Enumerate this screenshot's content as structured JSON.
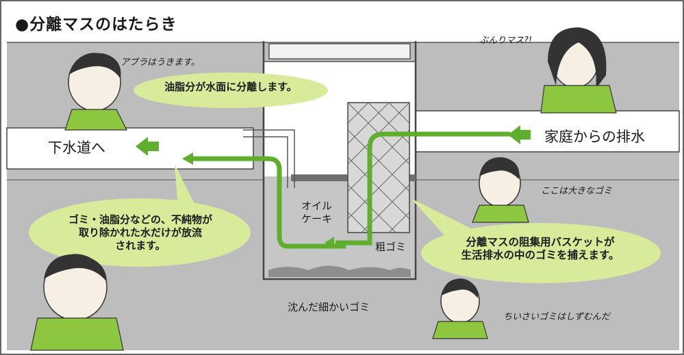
{
  "title": "●分離マスのはたらき",
  "labels": {
    "outflow": "下水道へ",
    "inflow": "家庭からの排水",
    "oil_cake": [
      "オイル",
      "ケーキ"
    ],
    "coarse_debris": "粗ゴミ",
    "sediment": "沈んだ細かいゴミ"
  },
  "bubbles": {
    "oil": "油脂分が水面に分離します。",
    "outflow": [
      "ゴミ・油脂分などの、不純物が",
      "取り除かれた水だけが放流",
      "されます。"
    ],
    "basket": [
      "分離マスの阻集用バスケットが",
      "生活排水の中のゴミを捕えます。"
    ]
  },
  "speech": {
    "oil_floats": "アブラはうきます。",
    "pun": "ぶんりマス?!",
    "large_debris": "ここは大きなゴミ",
    "small_debris": "ちいさいゴミはしずむんだ"
  },
  "colors": {
    "flow_green": "#5fae2e",
    "bubble_green": "#d7eb9b",
    "shirt_green": "#8dc63f",
    "ground_gray": "#bdbdbd"
  },
  "icons": [
    "in-arrow-icon",
    "out-arrow-icon"
  ]
}
